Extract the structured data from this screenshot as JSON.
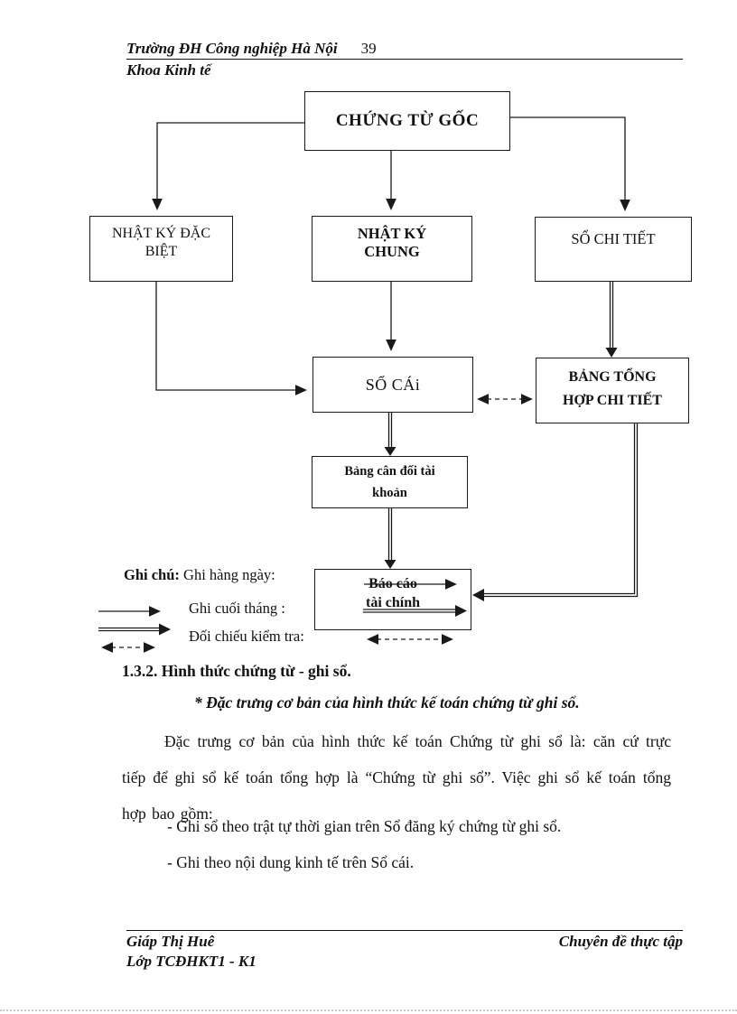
{
  "colors": {
    "ink": "#1a1a1a",
    "paper": "#ffffff"
  },
  "header": {
    "school": "Trường ĐH Công nghiệp Hà Nội",
    "page_number": "39",
    "faculty": "Khoa Kinh tế"
  },
  "diagram": {
    "boxes": {
      "chung_tu_goc": {
        "label": "CHỨNG TỪ GỐC"
      },
      "nhat_ky_dac_biet": {
        "lines": [
          "NHẬT KÝ ĐẶC",
          "BIỆT"
        ]
      },
      "nhat_ky_chung": {
        "lines": [
          "NHẬT KÝ",
          "CHUNG"
        ]
      },
      "so_chi_tiet": {
        "label": "SỔ CHI TIẾT"
      },
      "so_cai": {
        "label": "SỔ CÁi"
      },
      "bang_tong_hop_chi_tiet": {
        "lines": [
          "BẢNG TỔNG",
          "HỢP CHI TIẾT"
        ]
      },
      "bang_can_doi_tai_khoan": {
        "lines": [
          "Bảng cân đối tài",
          "khoản"
        ]
      },
      "bao_cao_tai_chinh": {
        "lines": [
          "Báo cáo",
          "tài chính"
        ]
      }
    },
    "legend": {
      "title": "Ghi chú:",
      "daily_label": "Ghi hàng ngày:",
      "monthly_label": "Ghi cuối tháng :",
      "check_label": "Đối chiếu kiểm tra:"
    }
  },
  "body": {
    "section_heading": "1.3.2. Hình thức chứng từ -  ghi sổ.",
    "sub_heading": "* Đặc trưng cơ bản của hình thức kế toán chứng từ ghi sổ.",
    "paragraph": "Đặc trưng cơ bản của hình thức kế toán Chứng từ ghi sổ là: căn cứ trực tiếp để ghi sổ kế toán tổng hợp là “Chứng từ ghi sổ”. Việc ghi sổ kế toán tổng hợp bao gồm:",
    "bullets": [
      "- Ghi sổ theo trật tự thời gian trên Sổ đăng ký chứng từ ghi sổ.",
      "- Ghi theo nội dung kinh tế trên Sổ cái."
    ]
  },
  "footer": {
    "author": "Giáp Thị Huê",
    "subject": "Chuyên đề thực tập",
    "class_line": "Lớp TCĐHKT1 - K1"
  }
}
